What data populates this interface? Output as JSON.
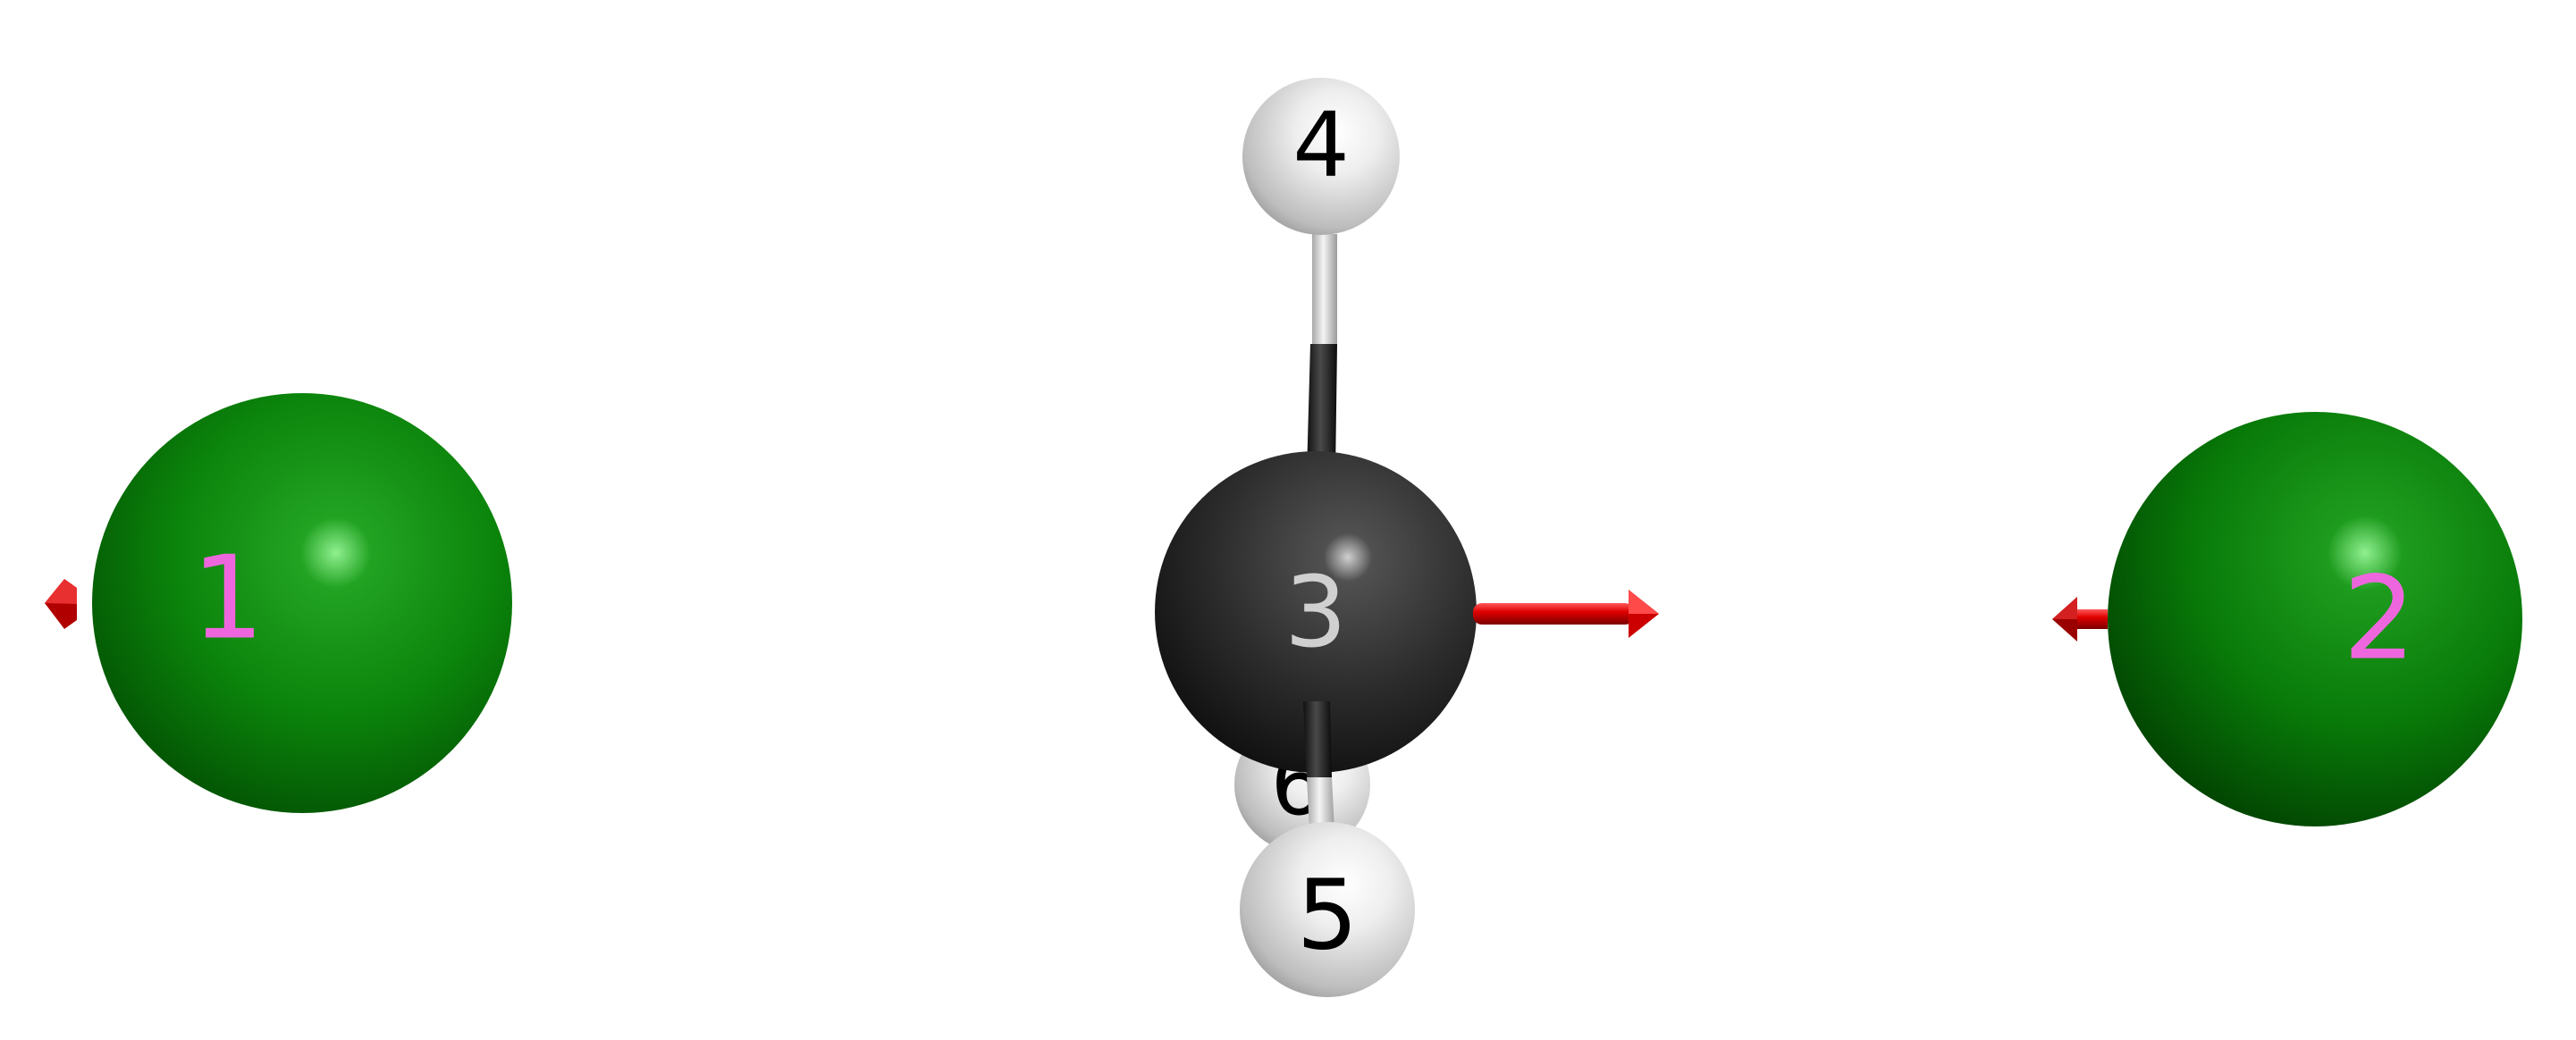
{
  "atoms": [
    {
      "id": "1",
      "label": "1",
      "element": "Cl",
      "label_color": "#ee66dd"
    },
    {
      "id": "2",
      "label": "2",
      "element": "Cl",
      "label_color": "#ee66dd"
    },
    {
      "id": "3",
      "label": "3",
      "element": "C",
      "label_color": "#d0d0d0"
    },
    {
      "id": "4",
      "label": "4",
      "element": "H",
      "label_color": "#000000"
    },
    {
      "id": "5",
      "label": "5",
      "element": "H",
      "label_color": "#000000"
    },
    {
      "id": "6",
      "label": "6",
      "element": "H",
      "label_color": "#000000"
    }
  ],
  "colors": {
    "chlorine": "#0a8a0a",
    "carbon": "#2e2e2e",
    "hydrogen": "#e6e6e6",
    "vector_arrow": "#dd0000",
    "background": "#ffffff"
  }
}
